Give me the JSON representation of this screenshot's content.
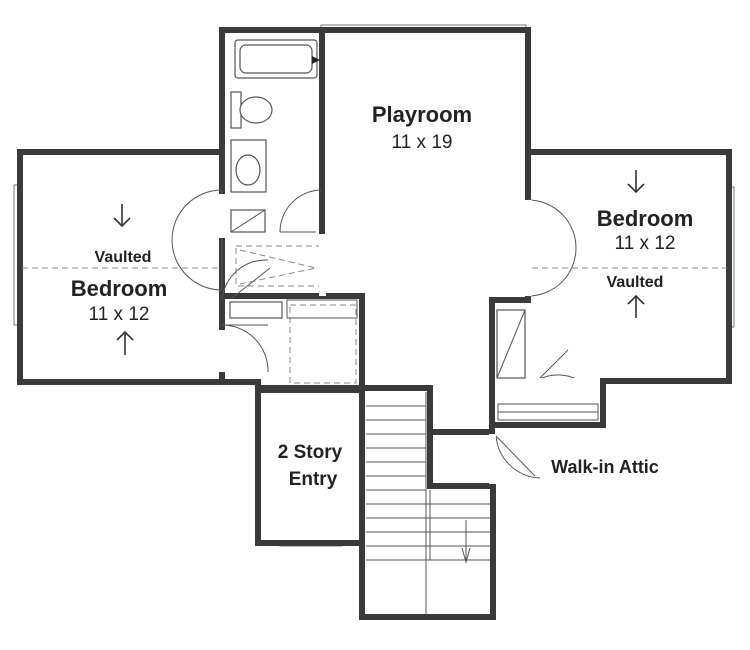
{
  "rooms": {
    "playroom": {
      "name": "Playroom",
      "size": "11 x 19"
    },
    "bedroom_left": {
      "name": "Bedroom",
      "size": "11 x 12",
      "ceiling": "Vaulted"
    },
    "bedroom_right": {
      "name": "Bedroom",
      "size": "11 x 12",
      "ceiling": "Vaulted"
    },
    "entry": {
      "line1": "2 Story",
      "line2": "Entry"
    },
    "attic": {
      "name": "Walk-in Attic"
    }
  },
  "colors": {
    "wall": "#3a3a3a",
    "background": "#ffffff"
  },
  "icons": [
    "arrow-down-icon",
    "arrow-up-icon",
    "bathtub-icon",
    "toilet-icon",
    "sink-icon",
    "stair-down-arrow-icon"
  ]
}
